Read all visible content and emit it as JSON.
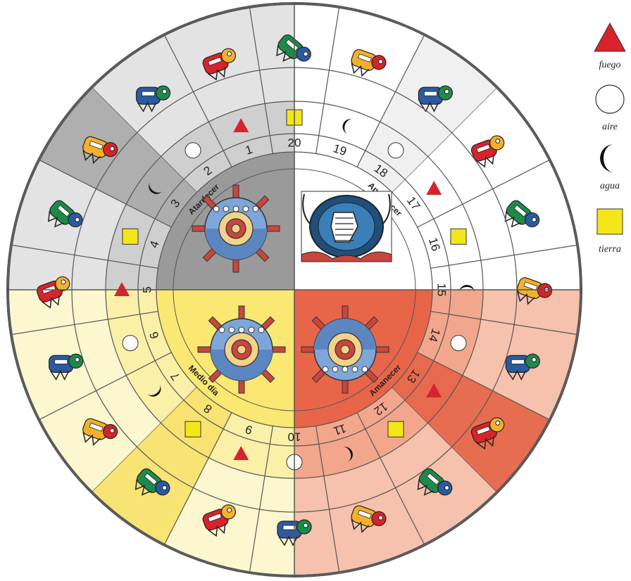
{
  "legend": [
    {
      "symbol": "triangle",
      "label": "fuego",
      "color": "#d8232a"
    },
    {
      "symbol": "circle",
      "label": "aire",
      "color": "#ffffff"
    },
    {
      "symbol": "moon",
      "label": "agua",
      "color": "#111111"
    },
    {
      "symbol": "square",
      "label": "tierra",
      "color": "#f5e61a"
    }
  ],
  "quadrants": [
    {
      "key": "nw",
      "label": "Atardecer",
      "light": "#e3e3e3",
      "mid": "#cfcfcf",
      "center": "#9a9a9a",
      "highlight": "#a9a9a9"
    },
    {
      "key": "ne",
      "label": "Anochecer",
      "light": "#ffffff",
      "mid": "#ffffff",
      "center": "#ffffff",
      "highlight": "#eeeeee"
    },
    {
      "key": "se",
      "label": "Amanecer",
      "light": "#f6c2ad",
      "mid": "#f2a78c",
      "center": "#e8654a",
      "highlight": "#e56447"
    },
    {
      "key": "sw",
      "label": "Medio día",
      "light": "#fdf7cf",
      "mid": "#fbf0a8",
      "center": "#fbe872",
      "highlight": "#f7e06a"
    }
  ],
  "days": [
    {
      "n": "1",
      "element": "triangle",
      "glyph": "serpent-glyph"
    },
    {
      "n": "2",
      "element": "circle",
      "glyph": "wind-glyph"
    },
    {
      "n": "3",
      "element": "moon",
      "glyph": "house-glyph"
    },
    {
      "n": "4",
      "element": "square",
      "glyph": "lizard-glyph"
    },
    {
      "n": "5",
      "element": "triangle",
      "glyph": "knot-glyph"
    },
    {
      "n": "6",
      "element": "circle",
      "glyph": "death-glyph"
    },
    {
      "n": "7",
      "element": "moon",
      "glyph": "deer-glyph"
    },
    {
      "n": "8",
      "element": "square",
      "glyph": "rabbit-glyph"
    },
    {
      "n": "9",
      "element": "triangle",
      "glyph": "water-glyph"
    },
    {
      "n": "10",
      "element": "circle",
      "glyph": "dog-glyph"
    },
    {
      "n": "11",
      "element": "moon",
      "glyph": "monkey-glyph"
    },
    {
      "n": "12",
      "element": "square",
      "glyph": "grass-glyph"
    },
    {
      "n": "13",
      "element": "triangle",
      "glyph": "reed-glyph"
    },
    {
      "n": "14",
      "element": "circle",
      "glyph": "jaguar-glyph"
    },
    {
      "n": "15",
      "element": "moon",
      "glyph": "eagle-glyph"
    },
    {
      "n": "16",
      "element": "square",
      "glyph": "vulture-glyph"
    },
    {
      "n": "17",
      "element": "triangle",
      "glyph": "movement-glyph"
    },
    {
      "n": "18",
      "element": "circle",
      "glyph": "flint-glyph"
    },
    {
      "n": "19",
      "element": "moon",
      "glyph": "rain-glyph"
    },
    {
      "n": "20",
      "element": "square",
      "glyph": "flower-glyph"
    }
  ]
}
